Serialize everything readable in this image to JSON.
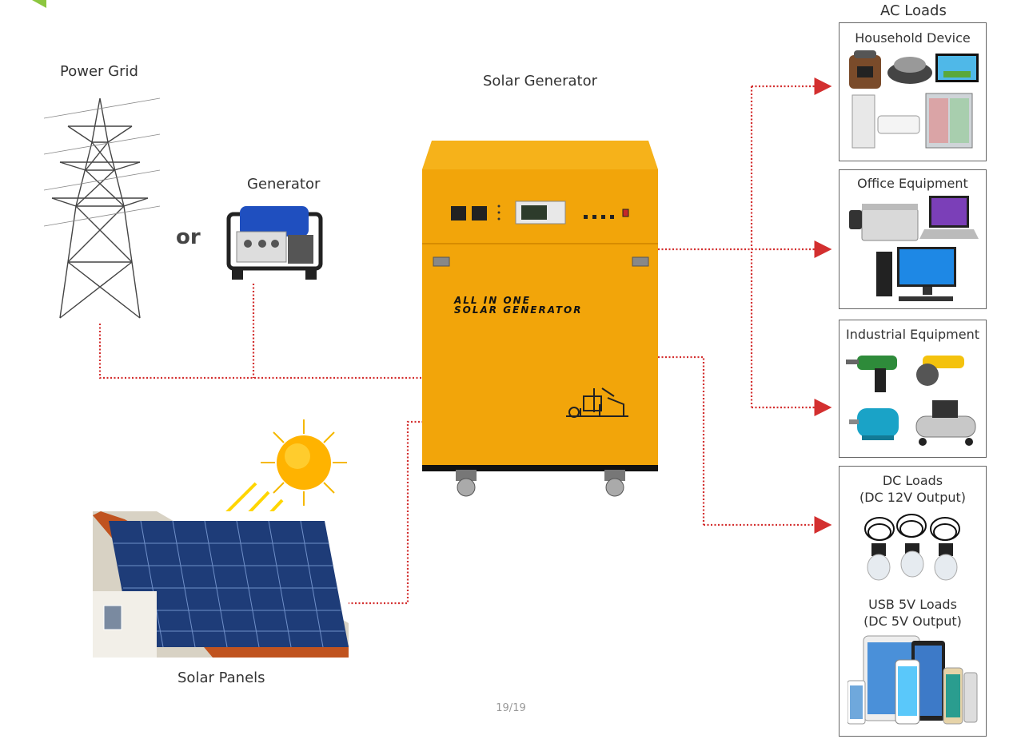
{
  "labels": {
    "power_grid": "Power Grid",
    "or": "or",
    "generator": "Generator",
    "solar_generator": "Solar Generator",
    "solar_panels": "Solar Panels",
    "ac_loads": "AC Loads",
    "household_device": "Household Device",
    "office_equipment": "Office Equipment",
    "industrial_equipment": "Industrial Equipment",
    "dc_loads_line1": "DC Loads",
    "dc_loads_line2": "(DC 12V Output)",
    "usb_loads_line1": "USB 5V Loads",
    "usb_loads_line2": "(DC 5V Output)"
  },
  "device_brand": {
    "line1": "ALL IN ONE",
    "line2": "SOLAR GENERATOR"
  },
  "page_number": "19/19",
  "colors": {
    "connector": "#d32f2f",
    "device_body": "#f2a50a",
    "corner_accent": "#8cc63f"
  },
  "icons": [
    "power-tower-icon",
    "generator-icon",
    "solar-generator-cabinet-icon",
    "sun-icon",
    "solar-roof-icon",
    "pressure-cooker-icon",
    "induction-cooker-icon",
    "tv-icon",
    "air-conditioner-icon",
    "refrigerator-icon",
    "printer-icon",
    "laptop-icon",
    "desktop-computer-icon",
    "drill-icon",
    "angle-grinder-icon",
    "electric-motor-icon",
    "air-compressor-icon",
    "led-bulb-icon",
    "tablet-phone-icon"
  ]
}
